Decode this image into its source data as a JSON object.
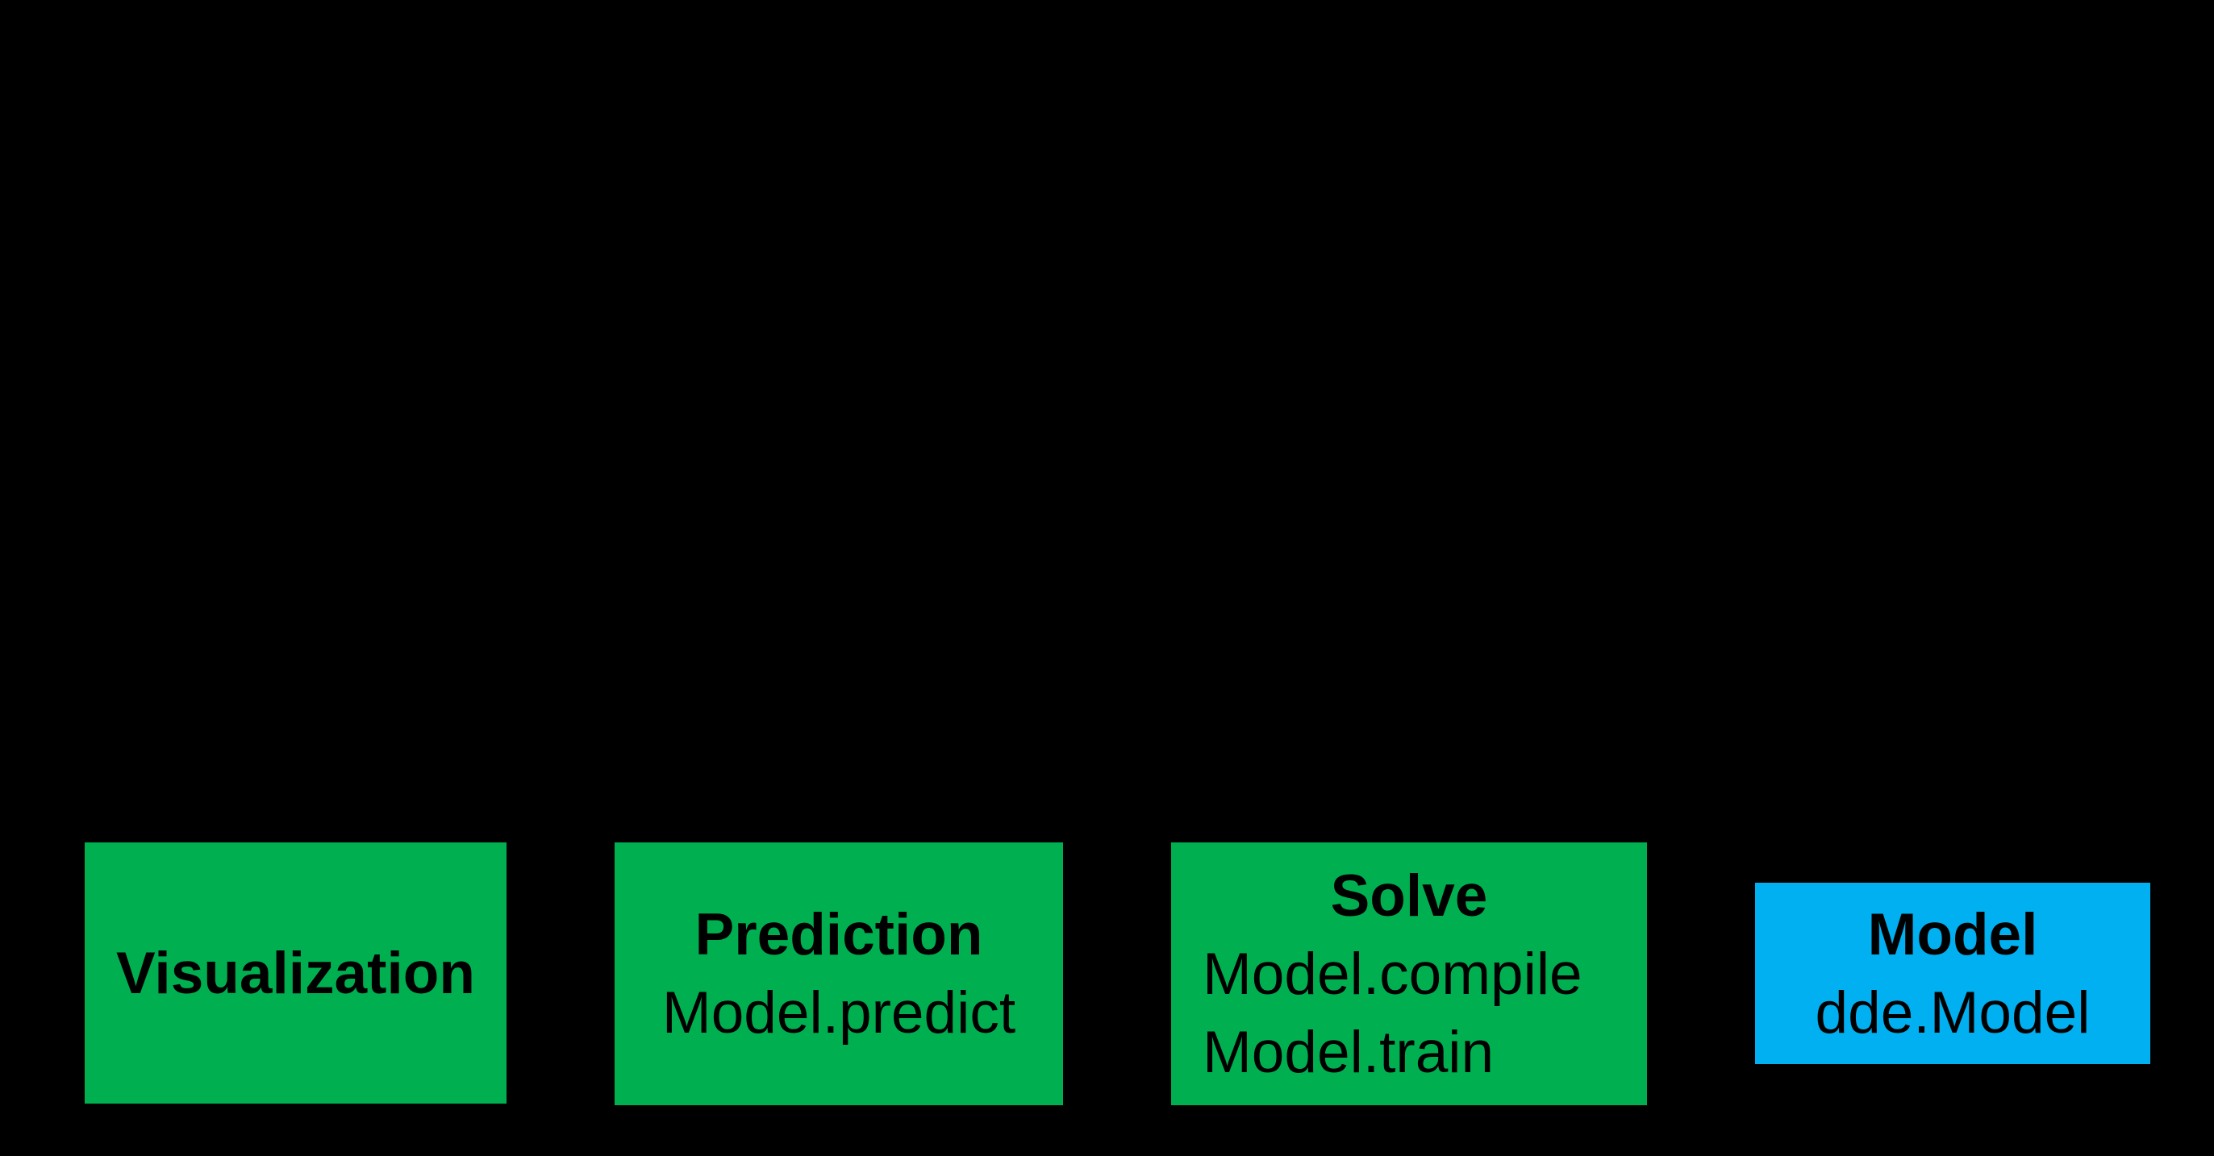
{
  "canvas": {
    "background": "#000000"
  },
  "colors": {
    "box_green": "#00B050",
    "box_blue": "#00B0F0",
    "text": "#000000"
  },
  "boxes": [
    {
      "name": "visualization",
      "title": "Visualization",
      "lines": [],
      "color": "#00B050"
    },
    {
      "name": "prediction",
      "title": "Prediction",
      "lines": [
        "Model.predict"
      ],
      "color": "#00B050"
    },
    {
      "name": "solve",
      "title": "Solve",
      "lines": [
        "Model.compile",
        "Model.train"
      ],
      "color": "#00B050"
    },
    {
      "name": "model",
      "title": "Model",
      "lines": [
        "dde.Model"
      ],
      "color": "#00B0F0"
    }
  ]
}
